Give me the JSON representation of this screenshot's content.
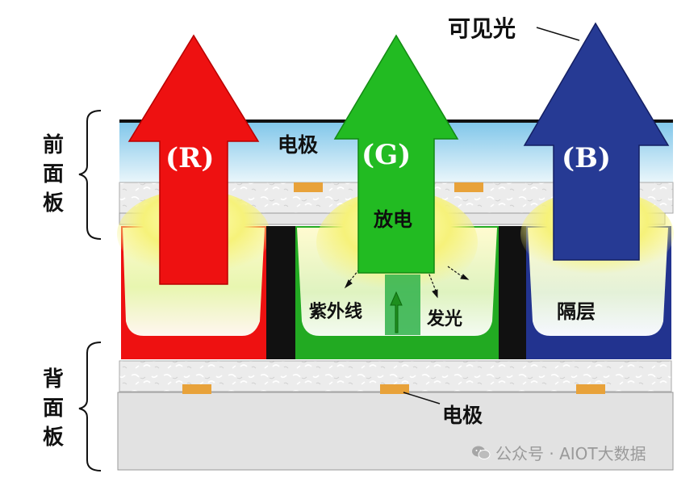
{
  "labels": {
    "visible_light": "可见光",
    "electrode_top": "电极",
    "electrode_bottom": "电极",
    "discharge": "放电",
    "ultraviolet": "紫外线",
    "emission": "发光",
    "barrier": "隔层",
    "front_panel": "前面板",
    "back_panel": "背面板",
    "red": "(R)",
    "green": "(G)",
    "blue": "(B)"
  },
  "watermark": "公众号 · AIOT大数据",
  "colors": {
    "red": "#ee1111",
    "green": "#22bb22",
    "blue": "#22338f",
    "electrode": "#e8a23a",
    "glow": "#f4f05a",
    "barrier": "#111111"
  }
}
